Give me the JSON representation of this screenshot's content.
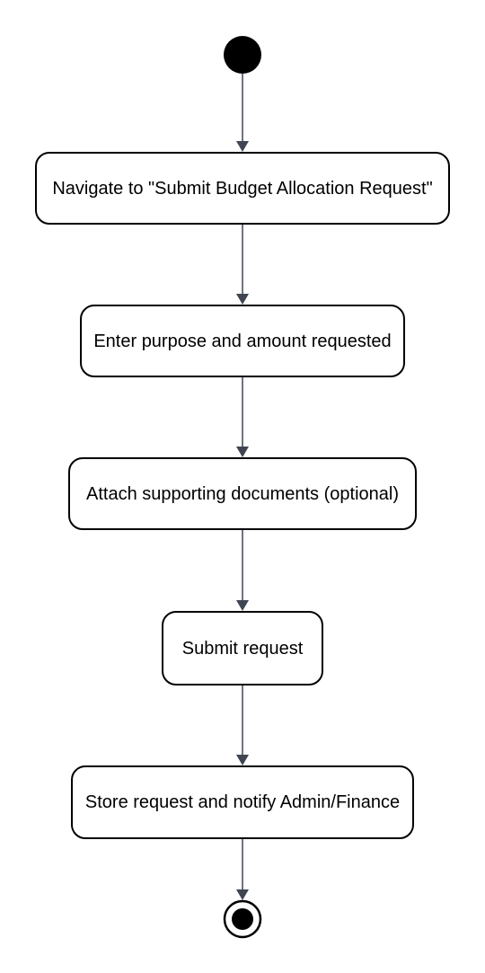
{
  "diagram": {
    "steps": [
      "Navigate to \"Submit Budget Allocation Request\"",
      "Enter purpose and amount requested",
      "Attach supporting documents (optional)",
      "Submit request",
      "Store request and notify Admin/Finance"
    ],
    "colors": {
      "stroke": "#000000",
      "edge": "#3f4652",
      "fill": "#ffffff",
      "text": "#000000"
    }
  }
}
